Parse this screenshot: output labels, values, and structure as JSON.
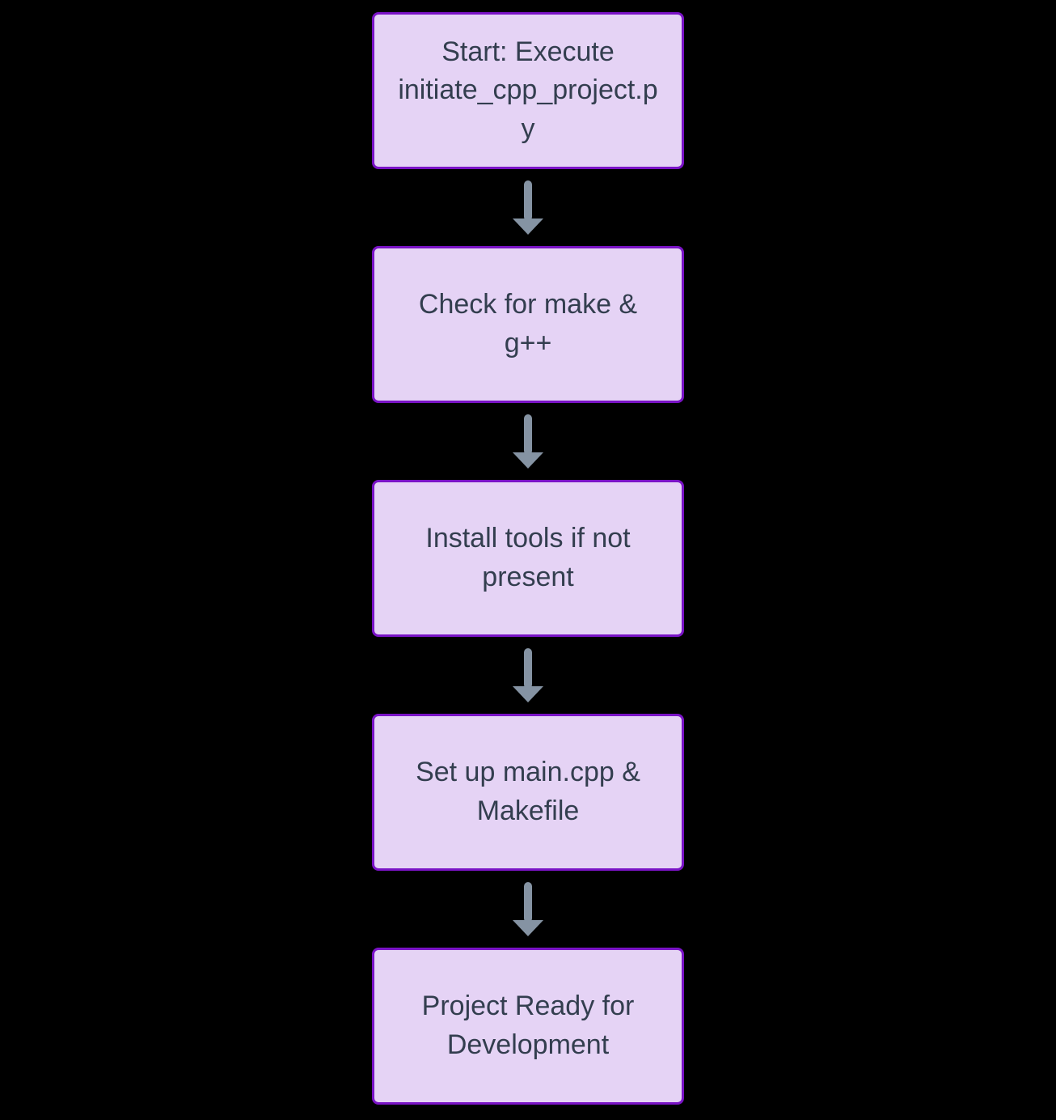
{
  "diagram": {
    "type": "flowchart",
    "direction": "top-down",
    "background_color": "#000000",
    "node_fill_color": "#e5d3f5",
    "node_border_color": "#7a13c6",
    "node_text_color": "#333e4f",
    "arrow_color": "#8593a3",
    "nodes": [
      {
        "id": "start",
        "label": "Start: Execute initiate_cpp_project.py"
      },
      {
        "id": "check",
        "label": "Check for make & g++"
      },
      {
        "id": "install",
        "label": "Install tools if not present"
      },
      {
        "id": "setup",
        "label": "Set up main.cpp & Makefile"
      },
      {
        "id": "ready",
        "label": "Project Ready for Development"
      }
    ],
    "edges": [
      {
        "from": "start",
        "to": "check"
      },
      {
        "from": "check",
        "to": "install"
      },
      {
        "from": "install",
        "to": "setup"
      },
      {
        "from": "setup",
        "to": "ready"
      }
    ]
  }
}
